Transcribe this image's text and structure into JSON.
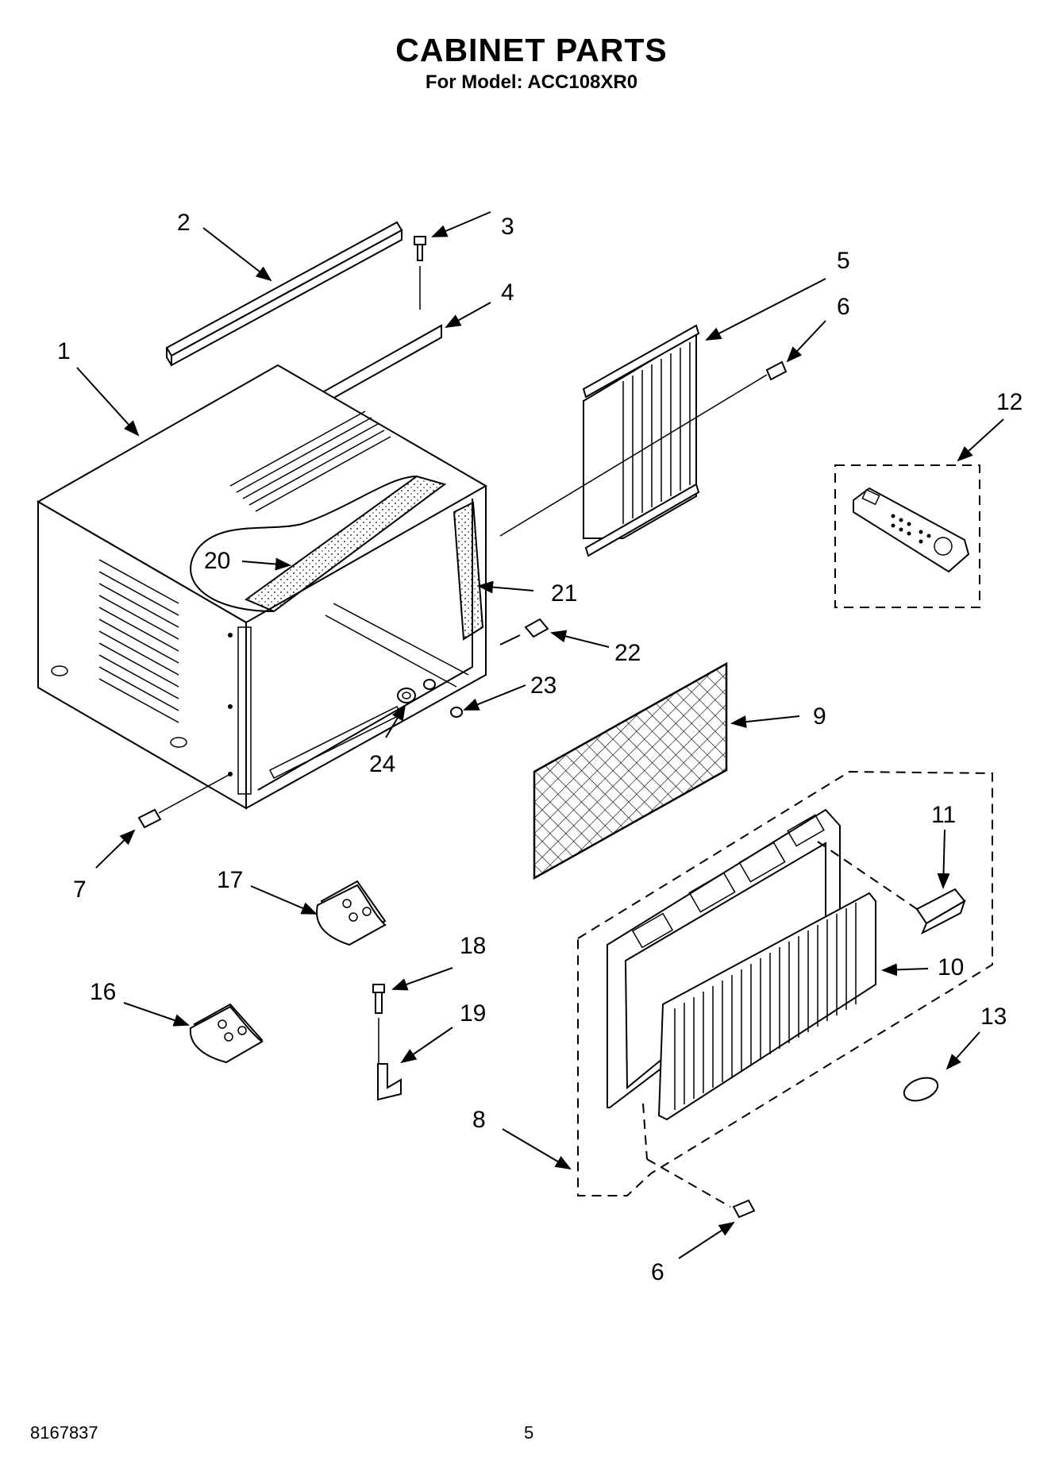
{
  "title": "CABINET PARTS",
  "subtitle": "For Model: ACC108XR0",
  "footer": {
    "doc_number": "8167837",
    "page_number": "5"
  },
  "callouts": [
    "1",
    "2",
    "3",
    "4",
    "5",
    "6",
    "7",
    "8",
    "9",
    "10",
    "11",
    "12",
    "13",
    "16",
    "17",
    "18",
    "19",
    "20",
    "21",
    "22",
    "23",
    "24",
    "6"
  ]
}
